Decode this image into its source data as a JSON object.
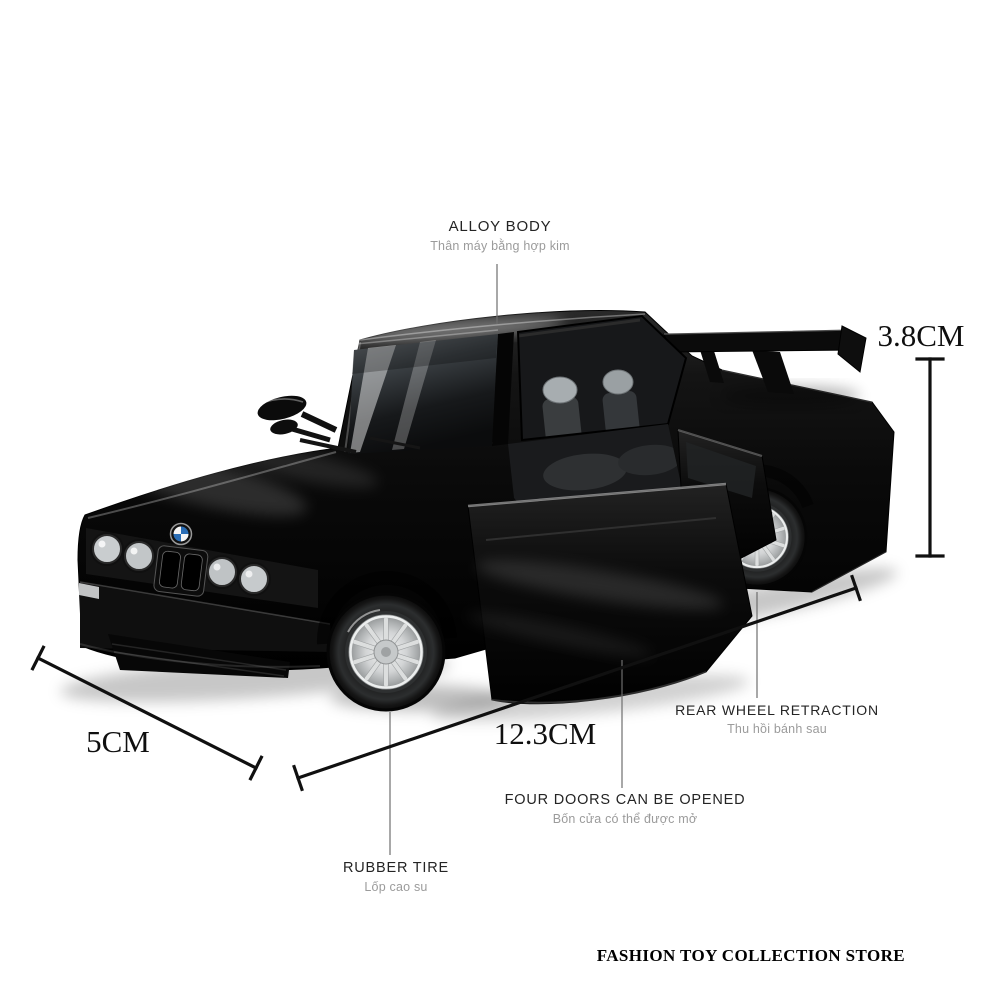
{
  "annotations": {
    "alloy_body": {
      "title": "ALLOY BODY",
      "subtitle": "Thân máy bằng hợp kim"
    },
    "height": {
      "value": "3.8CM"
    },
    "width": {
      "value": "5CM"
    },
    "length": {
      "value": "12.3CM"
    },
    "rear_wheel_retraction": {
      "title": "REAR WHEEL RETRACTION",
      "subtitle": "Thu hồi bánh sau"
    },
    "four_doors": {
      "title": "FOUR DOORS CAN BE OPENED",
      "subtitle": "Bốn cửa có thể được mở"
    },
    "rubber_tire": {
      "title": "RUBBER TIRE",
      "subtitle": "Lốp cao su"
    }
  },
  "footer": {
    "store_name": "FASHION TOY COLLECTION STORE"
  },
  "icons": [
    "bmw-logo",
    "measurement-arrow"
  ],
  "colors": {
    "background": "#ffffff",
    "car_body": "#0a0a0a",
    "measurement_line": "#111111",
    "label_title": "#242424",
    "label_subtitle": "#9b9b9b",
    "wheel_rim_silver": "#d2d4d5",
    "bmw_blue": "#2a6db5"
  }
}
